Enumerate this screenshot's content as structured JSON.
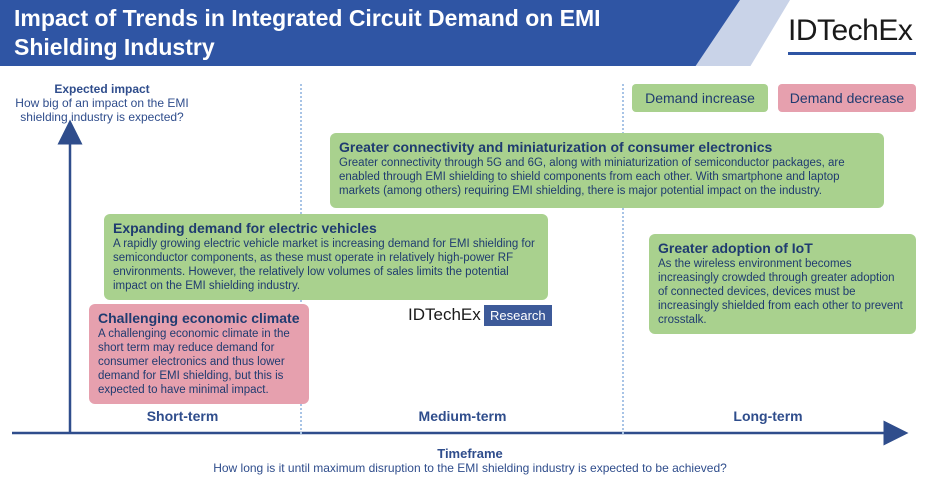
{
  "header": {
    "title": "Impact of Trends in Integrated Circuit Demand on EMI Shielding Industry",
    "logo": "IDTechEx"
  },
  "y_axis": {
    "title": "Expected impact",
    "subtitle": "How big of an impact on the EMI shielding industry is expected?"
  },
  "x_axis": {
    "title": "Timeframe",
    "subtitle": "How long is it until maximum disruption to the EMI shielding industry is expected to be achieved?",
    "periods": [
      "Short-term",
      "Medium-term",
      "Long-term"
    ]
  },
  "legend": {
    "increase": "Demand increase",
    "decrease": "Demand decrease"
  },
  "trends": {
    "connectivity": {
      "heading": "Greater connectivity and miniaturization of consumer electronics",
      "text": "Greater connectivity through 5G and 6G, along with miniaturization of semiconductor packages, are enabled through EMI shielding to shield components from each other. With smartphone and laptop markets (among others) requiring EMI shielding, there is major potential impact on the industry."
    },
    "ev": {
      "heading": "Expanding demand for electric vehicles",
      "text": "A rapidly growing electric vehicle market is increasing demand for EMI shielding for semiconductor components, as these must operate in relatively high-power RF environments. However, the relatively low volumes of sales limits the potential impact on the EMI shielding industry."
    },
    "iot": {
      "heading": "Greater adoption of IoT",
      "text": "As the wireless environment becomes increasingly crowded through greater adoption of connected devices, devices must be increasingly shielded from each other to prevent crosstalk."
    },
    "economy": {
      "heading": "Challenging economic climate",
      "text": "A challenging economic climate in the short term may reduce demand for consumer electronics and thus lower demand for EMI shielding, but this is expected to have minimal impact."
    }
  },
  "watermark": {
    "brand": "IDTechEx",
    "tag": "Research"
  },
  "colors": {
    "header_blue": "#2f55a4",
    "increase_green": "#a9d18e",
    "decrease_red": "#e6a0ae",
    "axis_blue": "#2f4d8c"
  }
}
